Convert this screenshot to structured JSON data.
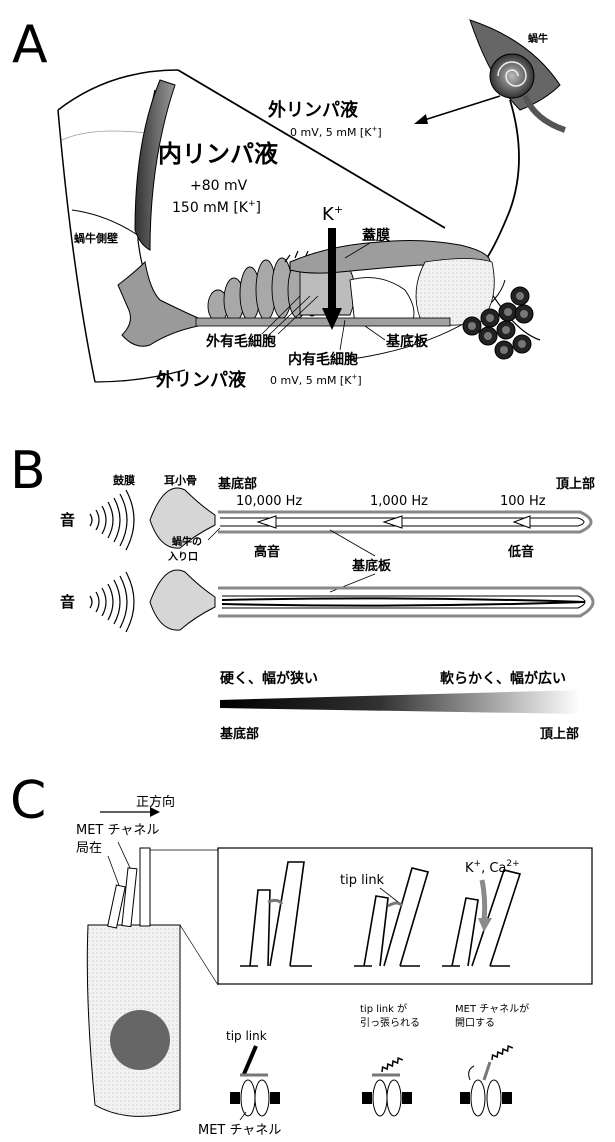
{
  "panels": {
    "a": {
      "letter": "A",
      "labels": {
        "cochlea": "蝸牛",
        "perilymph_top": "外リンパ液",
        "perilymph_top_values": "0 mV, 5 mM [K",
        "perilymph_top_values_tail": "]",
        "endolymph": "内リンパ液",
        "endolymph_voltage": "+80 mV",
        "endolymph_k": "150 mM [K",
        "endolymph_k_tail": "]",
        "k_ion": "K",
        "stria_wall": "蝸牛側壁",
        "tectorial_membrane": "蓋膜",
        "outer_hair_cell": "外有毛細胞",
        "inner_hair_cell": "内有毛細胞",
        "basilar_membrane": "基底板",
        "perilymph_bottom": "外リンパ液",
        "perilymph_bottom_values": "0 mV, 5 mM [K",
        "perilymph_bottom_values_tail": "]",
        "plus": "+"
      }
    },
    "b": {
      "letter": "B",
      "labels": {
        "eardrum": "鼓膜",
        "ossicles": "耳小骨",
        "sound_1": "音",
        "sound_2": "音",
        "base": "基底部",
        "apex": "頂上部",
        "freq_high": "10,000 Hz",
        "freq_mid": "1,000 Hz",
        "freq_low": "100 Hz",
        "cochlea_entry_1": "蝸牛の",
        "cochlea_entry_2": "入り口",
        "high_tone": "高音",
        "low_tone": "低音",
        "basilar_membrane": "基底板",
        "stiff_narrow": "硬く、幅が狭い",
        "soft_wide": "軟らかく、幅が広い",
        "gradient_base": "基底部",
        "gradient_apex": "頂上部"
      }
    },
    "c": {
      "letter": "C",
      "labels": {
        "positive_direction": "正方向",
        "met_channel_loc_1": "MET チャネル",
        "met_channel_loc_2": "局在",
        "tip_link": "tip link",
        "k_ca": "K",
        "k_ca_plus": "+",
        "k_ca_mid": ", Ca",
        "k_ca_sup": "2+",
        "tip_link_small": "tip link",
        "tip_link_pulled_1": "tip link が",
        "tip_link_pulled_2": "引っ張られる",
        "met_open_1": "MET チャネルが",
        "met_open_2": "開口する",
        "met_channel": "MET チャネル"
      }
    }
  },
  "colors": {
    "endolymph_gray": "#d9d9d9",
    "stria_dark": "#555555",
    "cell_gray": "#bdbdbd",
    "nucleus": "#666666",
    "arrow_gray": "#8a8a8a"
  }
}
